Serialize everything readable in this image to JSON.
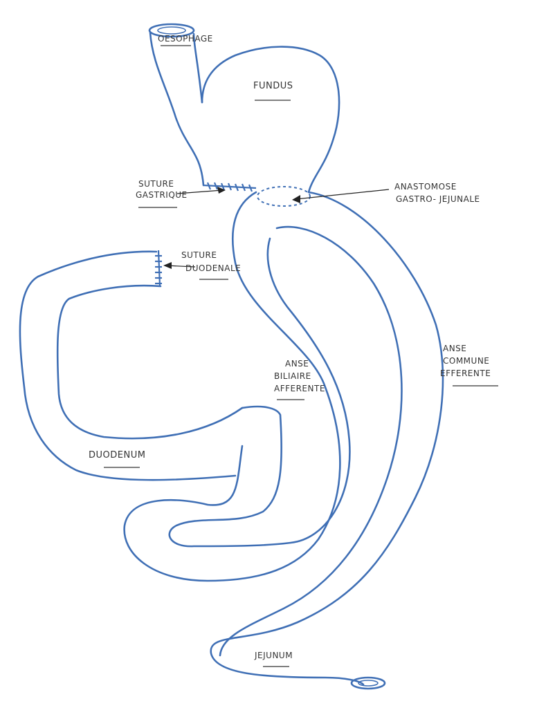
{
  "labels": {
    "oesophage": "OESOPHAGE",
    "fundus": "FUNDUS",
    "suture_gastrique_1": "SUTURE",
    "suture_gastrique_2": "GASTRIQUE",
    "anastomose_1": "ANASTOMOSE",
    "anastomose_2": "GASTRO- JEJUNALE",
    "suture_duodenale_1": "SUTURE",
    "suture_duodenale_2": "DUODENALE",
    "anse_biliaire_1": "ANSE",
    "anse_biliaire_2": "BILIAIRE",
    "anse_biliaire_3": "AFFERENTE",
    "anse_commune_1": "ANSE",
    "anse_commune_2": "COMMUNE",
    "anse_commune_3": "EFFERENTE",
    "duodenum": "DUODENUM",
    "jejunum": "JEJUNUM"
  },
  "colors": {
    "ink": "#3f6fb5",
    "text": "#333333"
  }
}
